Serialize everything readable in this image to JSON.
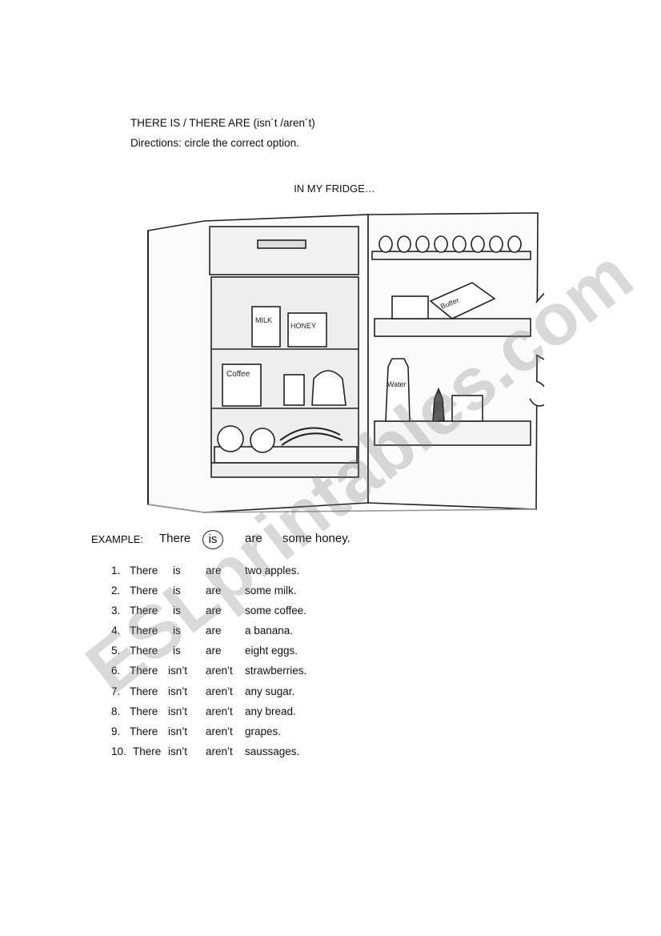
{
  "header": {
    "title": "THERE IS / THERE ARE (isn´t /aren´t)",
    "directions": "Directions:  circle the correct option."
  },
  "subtitle": "IN MY FRIDGE…",
  "illustration": {
    "labels": {
      "milk": "MILK",
      "honey": "HONEY",
      "coffee": "Coffee",
      "butter": "Butter",
      "water": "Water"
    }
  },
  "example": {
    "label": "EXAMPLE:",
    "there": "There",
    "option_circled": "is",
    "option_other": "are",
    "phrase": "some honey."
  },
  "items": [
    {
      "num": "1.",
      "there": "There",
      "a": "is",
      "b": "are",
      "phrase": "two apples."
    },
    {
      "num": "2.",
      "there": "There",
      "a": "is",
      "b": "are",
      "phrase": "some milk."
    },
    {
      "num": "3.",
      "there": "There",
      "a": "is",
      "b": "are",
      "phrase": "some coffee."
    },
    {
      "num": "4.",
      "there": "There",
      "a": "is",
      "b": "are",
      "phrase": "a banana."
    },
    {
      "num": "5.",
      "there": "There",
      "a": "is",
      "b": "are",
      "phrase": "eight eggs."
    },
    {
      "num": "6.",
      "there": "There",
      "a": "isn’t",
      "b": "aren’t",
      "phrase": "strawberries."
    },
    {
      "num": "7.",
      "there": "There",
      "a": "isn’t",
      "b": "aren’t",
      "phrase": "any sugar."
    },
    {
      "num": "8.",
      "there": "There",
      "a": "isn’t",
      "b": "aren’t",
      "phrase": "any bread."
    },
    {
      "num": "9.",
      "there": "There",
      "a": "isn’t",
      "b": "aren’t",
      "phrase": "grapes."
    },
    {
      "num": "10.",
      "there": "There",
      "a": "isn’t",
      "b": "aren’t",
      "phrase": "saussages."
    }
  ],
  "watermark": "ESLprintables.com"
}
